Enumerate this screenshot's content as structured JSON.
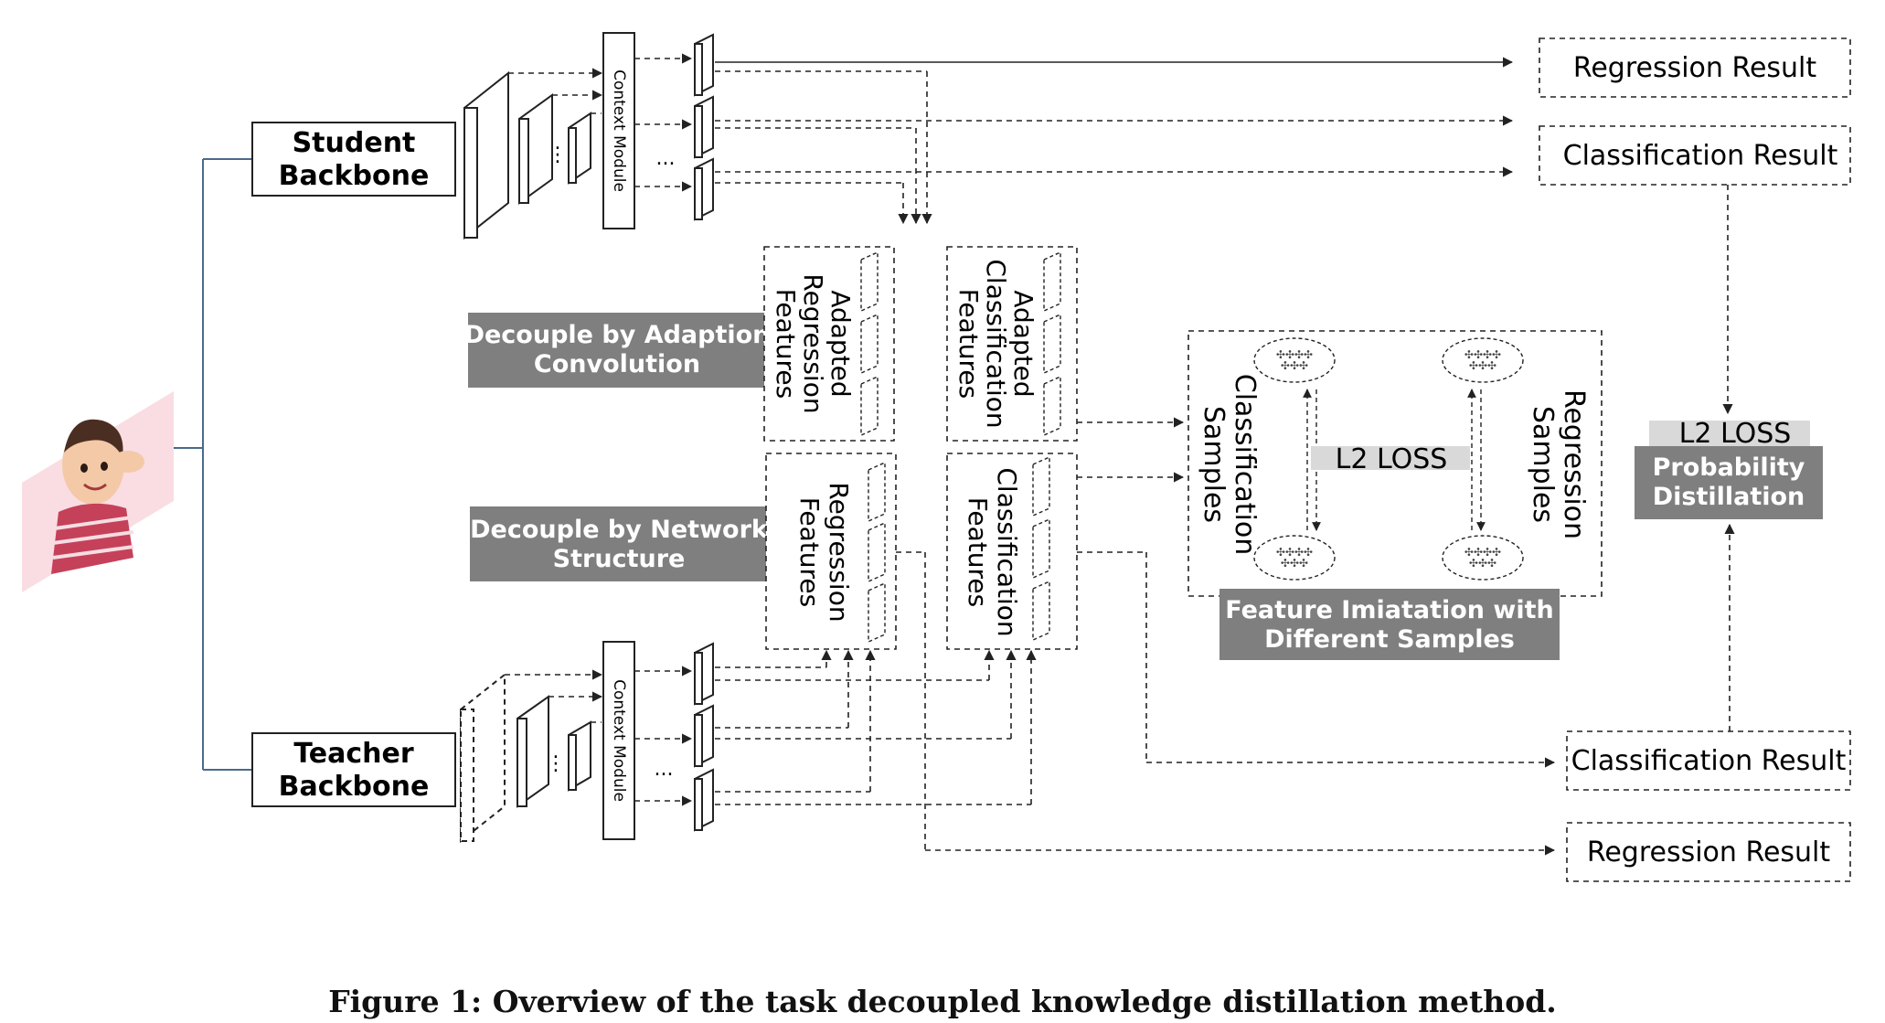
{
  "caption": "Figure 1: Overview of the task decoupled knowledge distillation method.",
  "backbones": {
    "student": [
      "Student",
      "Backbone"
    ],
    "teacher": [
      "Teacher",
      "Backbone"
    ]
  },
  "context_module": "Context Module",
  "ellipsis_vertical": "⋮",
  "ellipsis_horizontal": "...",
  "tags": {
    "adaption": [
      "Decouple by Adaption",
      "Convolution"
    ],
    "network": [
      "Decouple by Network",
      "Structure"
    ],
    "imitation": [
      "Feature Imiatation with",
      "Different Samples"
    ]
  },
  "feature_boxes": {
    "adapted_regression": [
      "Adapted",
      "Regression",
      "Features"
    ],
    "adapted_classification": [
      "Adapted",
      "Classification",
      "Features"
    ],
    "regression": [
      "Regression",
      "Features"
    ],
    "classification": [
      "Classification",
      "Features"
    ]
  },
  "samples": {
    "classification": [
      "Classification",
      "Samples"
    ],
    "regression": [
      "Regression",
      "Samples"
    ],
    "l2_loss": "L2 LOSS"
  },
  "probability": {
    "l2_loss": "L2 LOSS",
    "label": [
      "Probability",
      "Distillation"
    ]
  },
  "results": {
    "student_regression": "Regression Result",
    "student_classification": "Classification Result",
    "teacher_classification": "Classification Result",
    "teacher_regression": "Regression Result"
  },
  "colors": {
    "tag_bg": "#7f7f7f",
    "tag_text": "#ffffff",
    "loss_bg": "#d9d9d9",
    "line": "#222222",
    "bracket": "#4a6a8a"
  },
  "input_image": "child-photo"
}
